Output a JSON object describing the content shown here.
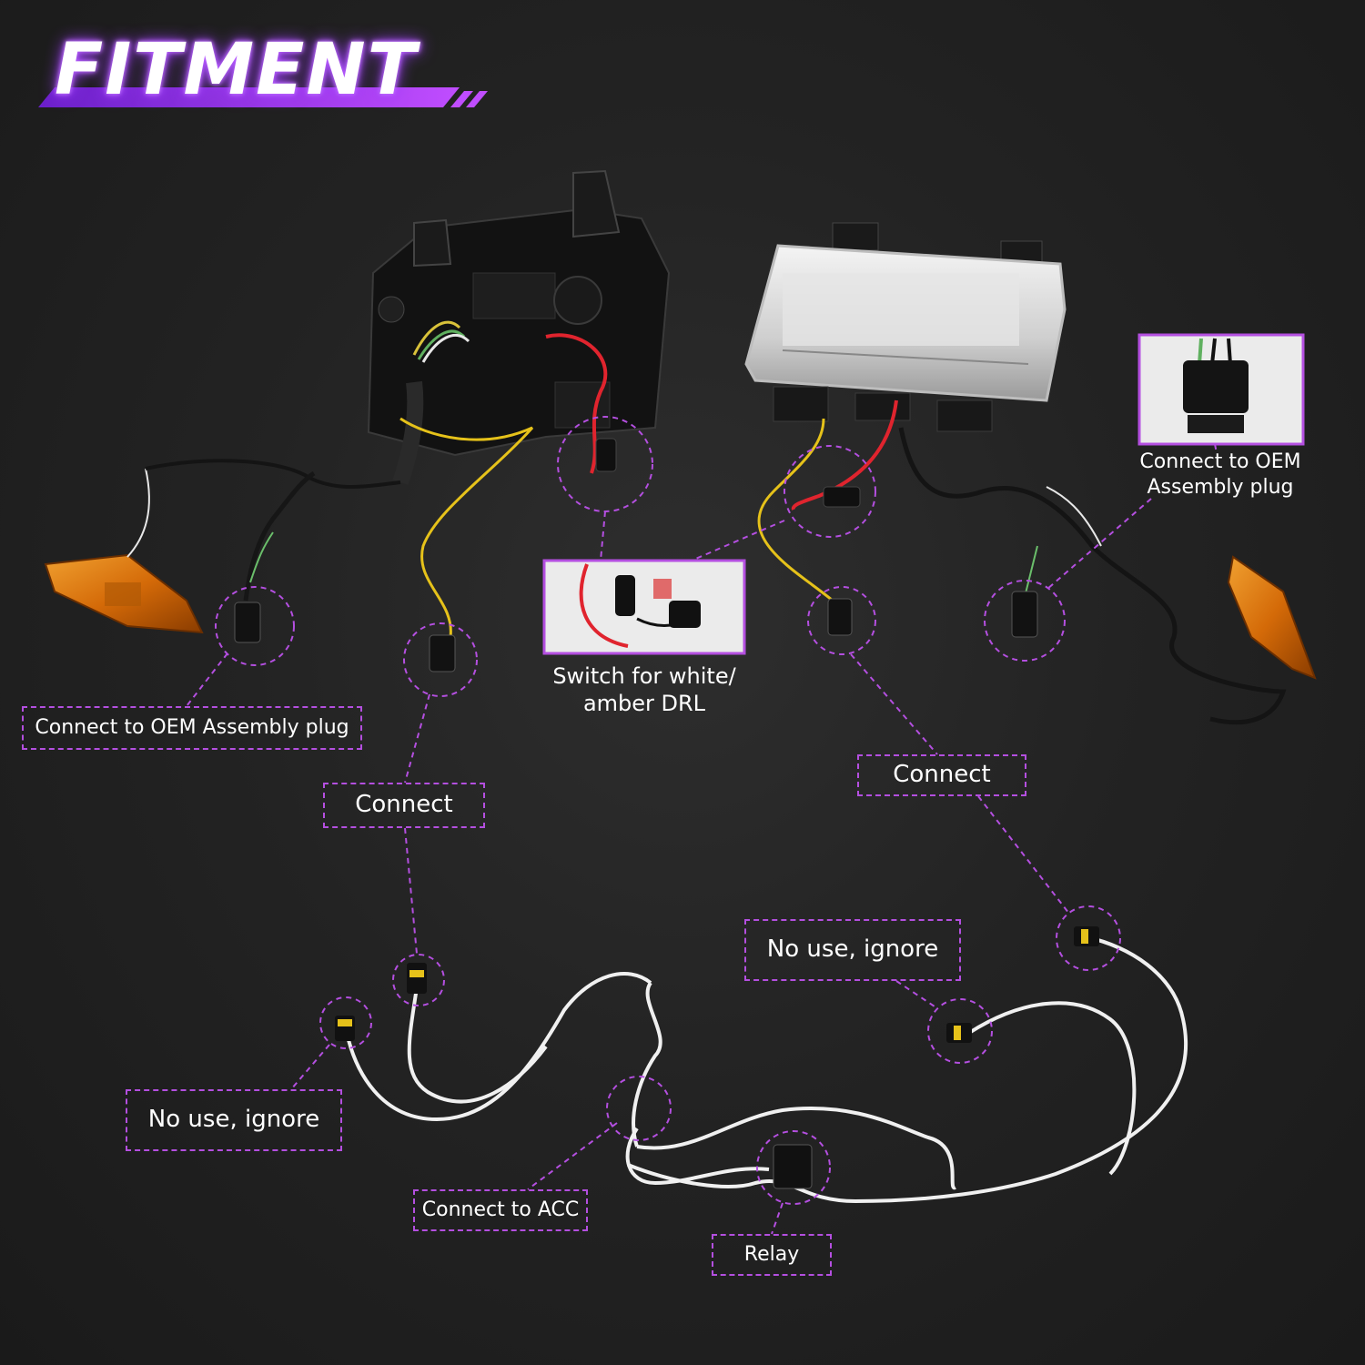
{
  "title": "FITMENT",
  "labels": {
    "oem_left": "Connect to OEM Assembly plug",
    "oem_right": "Connect to OEM Assembly plug",
    "switch_drl": "Switch for white/ amber DRL",
    "connect_left": "Connect",
    "connect_right": "Connect",
    "no_use_left": "No use, ignore",
    "no_use_right": "No use, ignore",
    "acc": "Connect to ACC",
    "relay": "Relay"
  },
  "colors": {
    "accent": "#b44fe0",
    "wire_yellow": "#e6c21a",
    "wire_red": "#e0242e",
    "wire_white": "#f2f2f2",
    "amber": "#e07a10",
    "background": "#262626"
  },
  "icons": [
    "headlight-housing",
    "drl-lamp",
    "side-marker-left",
    "side-marker-right",
    "fuse-holder",
    "connector-plug",
    "relay-box"
  ]
}
